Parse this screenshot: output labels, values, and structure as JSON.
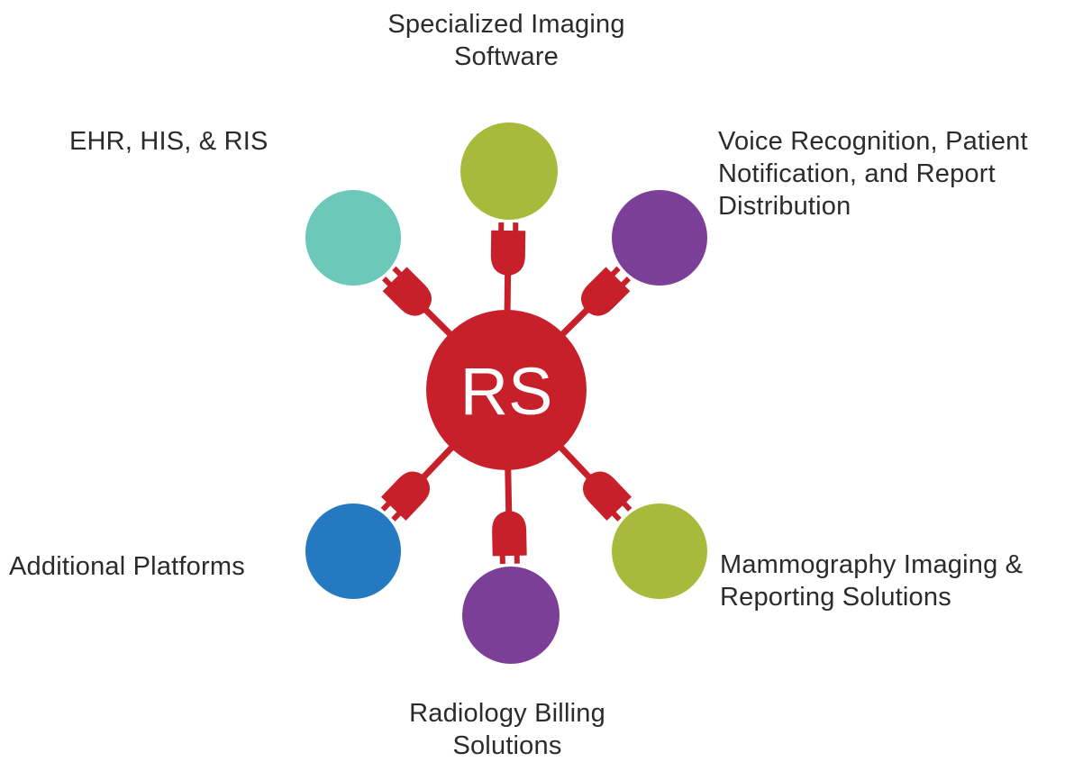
{
  "center": {
    "label": "RS",
    "color": "#c8202a",
    "text_color": "#ffffff"
  },
  "plug_color": "#c8202a",
  "prong_color": "#ffffff",
  "nodes": [
    {
      "id": "specialized-imaging",
      "lines": [
        "Specialized Imaging",
        "Software"
      ],
      "color": "#a8ba3b"
    },
    {
      "id": "voice-recognition",
      "lines": [
        "Voice Recognition, Patient",
        "Notification, and Report",
        "Distribution"
      ],
      "color": "#7c3f98"
    },
    {
      "id": "mammography",
      "lines": [
        "Mammography Imaging &",
        "Reporting Solutions"
      ],
      "color": "#a8ba3b"
    },
    {
      "id": "radiology-billing",
      "lines": [
        "Radiology Billing",
        "Solutions"
      ],
      "color": "#7c3f98"
    },
    {
      "id": "additional-platforms",
      "lines": [
        "Additional Platforms"
      ],
      "color": "#2479c0"
    },
    {
      "id": "ehr-his-ris",
      "lines": [
        "EHR, HIS, & RIS"
      ],
      "color": "#6cc8b9"
    }
  ]
}
